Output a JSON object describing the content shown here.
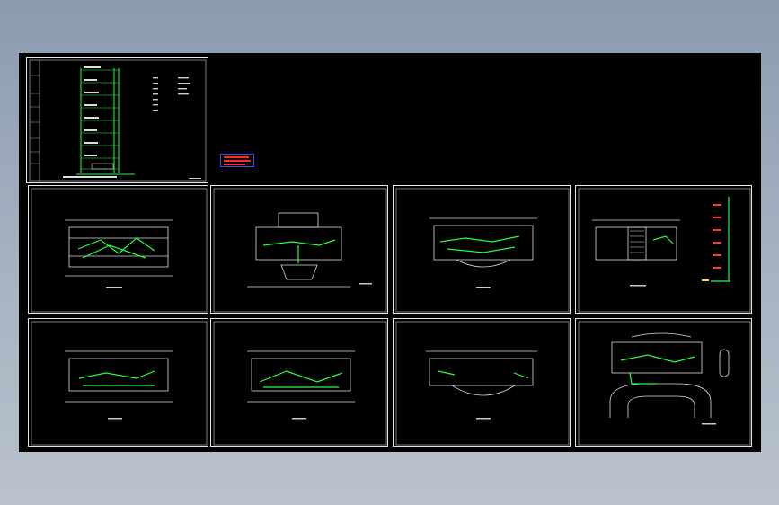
{
  "viewer": {
    "title": ""
  },
  "colors": {
    "background_top": "#8b9bb0",
    "background_bottom": "#b9c2cd",
    "canvas": "#000000",
    "line": "#ffffff",
    "wiring": "#22ff44",
    "stamp_border": "#3b4cff",
    "stamp_fill": "#ff2a2a",
    "riser_labels": "#ff3333",
    "riser_yellow": "#ffdd33"
  },
  "sheets": [
    {
      "id": "riser-diagram",
      "kind": "system-diagram"
    },
    {
      "id": "floor-plan-1",
      "kind": "floor-plan"
    },
    {
      "id": "floor-plan-2",
      "kind": "floor-plan"
    },
    {
      "id": "floor-plan-3",
      "kind": "floor-plan"
    },
    {
      "id": "floor-plan-4",
      "kind": "floor-plan-with-riser"
    },
    {
      "id": "floor-plan-5",
      "kind": "floor-plan"
    },
    {
      "id": "floor-plan-6",
      "kind": "floor-plan"
    },
    {
      "id": "floor-plan-7",
      "kind": "floor-plan"
    },
    {
      "id": "floor-plan-8",
      "kind": "site-plan"
    }
  ]
}
